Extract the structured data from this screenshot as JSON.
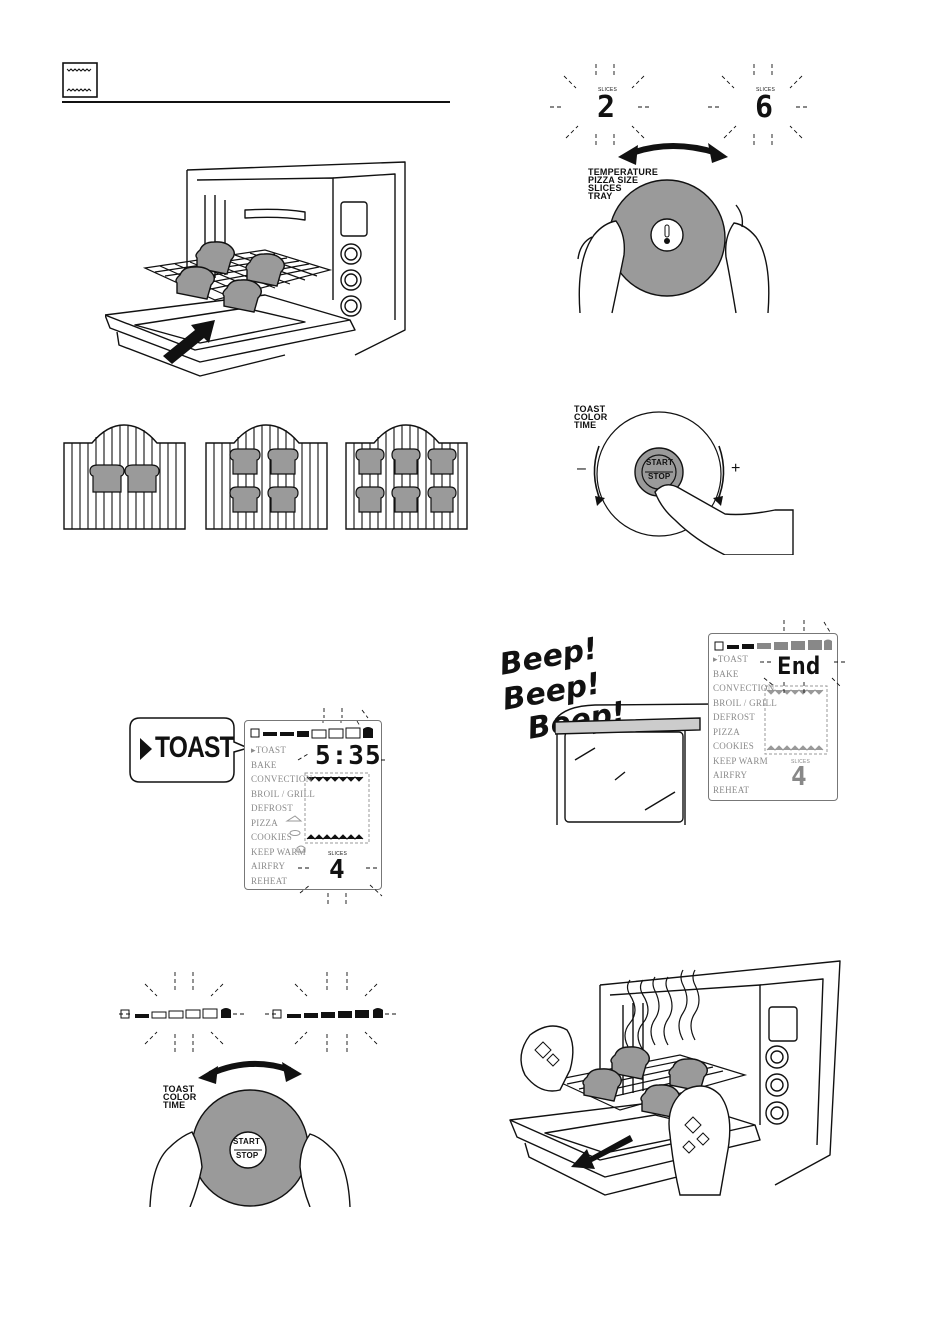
{
  "toast_bubble": {
    "label": "TOAST"
  },
  "display_menu": [
    "TOAST",
    "BAKE",
    "CONVECTION",
    "BROIL / GRILL",
    "DEFROST",
    "PIZZA",
    "COOKIES",
    "KEEP WARM",
    "AIRFRY",
    "REHEAT"
  ],
  "display_time": "5:35",
  "display_end": "End",
  "slices_label": "SLICES",
  "slices_value": "4",
  "slices_options": [
    "2",
    "6"
  ],
  "temp_dial_labels": [
    "TEMPERATURE",
    "PIZZA SIZE",
    "SLICES",
    "TRAY"
  ],
  "toast_dial_labels": [
    "TOAST",
    "COLOR",
    "TIME"
  ],
  "start_label": "START",
  "stop_label": "STOP",
  "minus_label": "–",
  "plus_label": "+",
  "beeps": [
    "Beep!",
    "Beep!",
    "Beep!"
  ]
}
